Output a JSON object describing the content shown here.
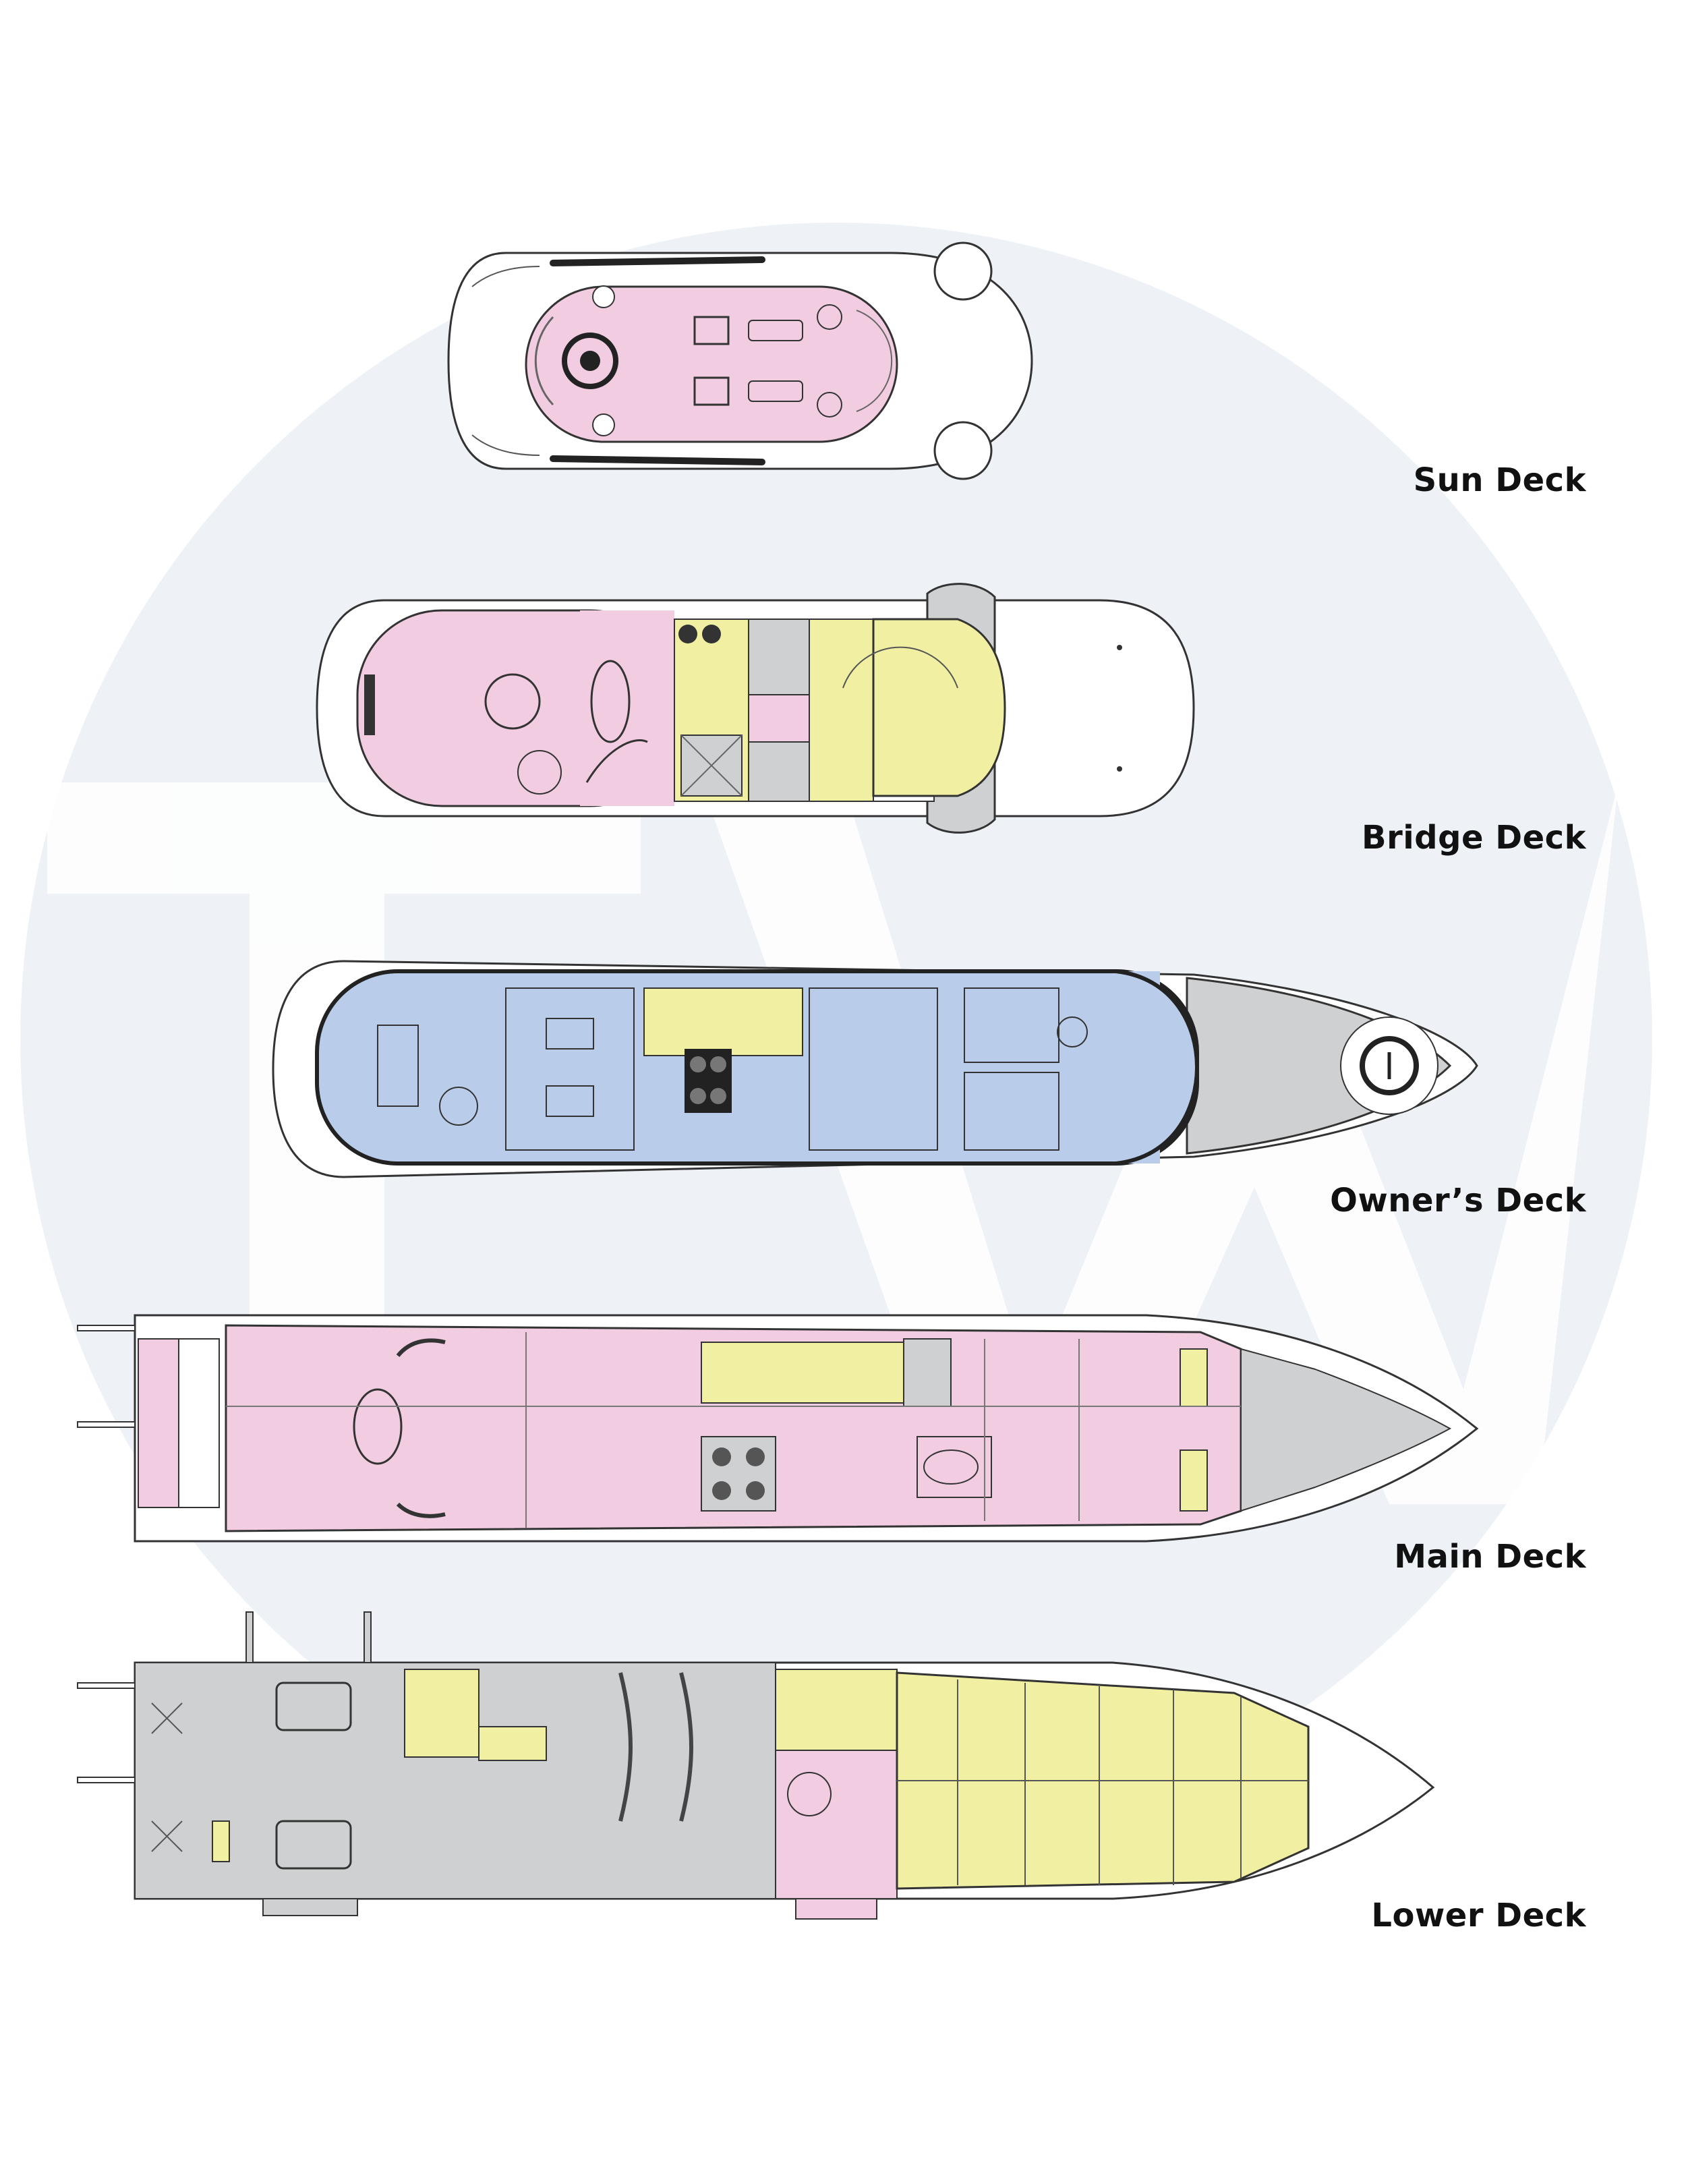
{
  "watermark": {
    "text": "TW"
  },
  "colors": {
    "background_circle": "#eef2f7",
    "pink": "#f2cde2",
    "blue": "#b9cdea",
    "yellow": "#f1f0a2",
    "grey": "#cfd0d2",
    "hull_line": "#333333"
  },
  "decks": [
    {
      "label": "Sun Deck"
    },
    {
      "label": "Bridge Deck"
    },
    {
      "label": "Owner’s Deck"
    },
    {
      "label": "Main Deck"
    },
    {
      "label": "Lower Deck"
    }
  ]
}
